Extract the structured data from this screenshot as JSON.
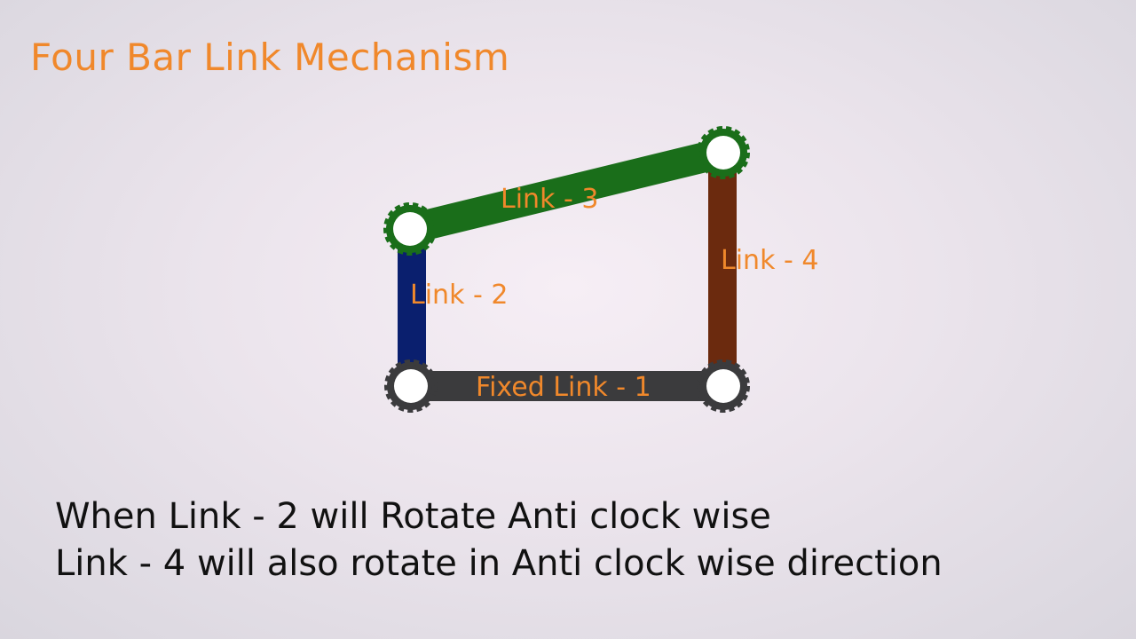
{
  "title": "Four Bar Link Mechanism",
  "links": {
    "link1_label": "Fixed Link - 1",
    "link2_label": "Link - 2",
    "link3_label": "Link - 3",
    "link4_label": "Link - 4"
  },
  "colors": {
    "title": "#f0882b",
    "label": "#f0882b",
    "fixed_link": "#3b3b3d",
    "link2": "#0a1f6e",
    "link3": "#1a6e1a",
    "link4": "#6b2a0e",
    "caption": "#111111"
  },
  "caption": {
    "line1": "When Link - 2 will Rotate Anti clock wise",
    "line2": "Link - 4 will also rotate in Anti clock wise direction"
  }
}
